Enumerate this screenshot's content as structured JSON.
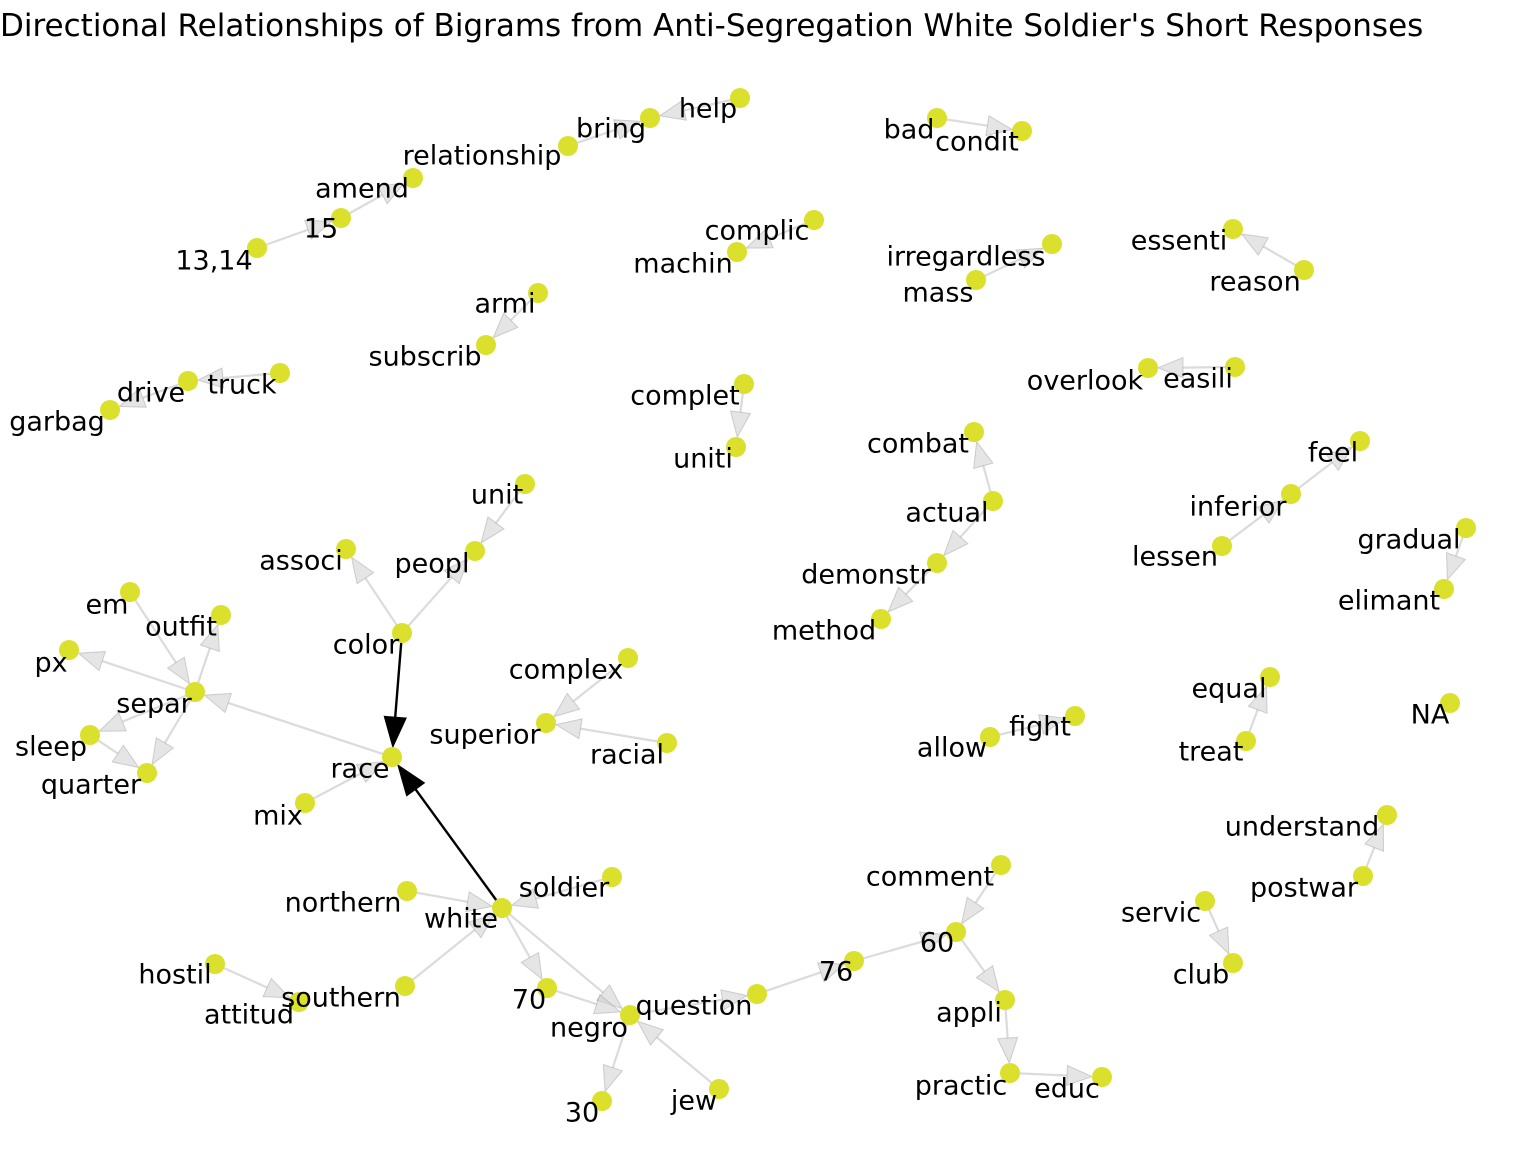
{
  "title": "Directional Relationships of Bigrams from Anti-Segregation White Soldier's Short Responses",
  "colors": {
    "node": "#dbe02c",
    "edge": "#bdbdbd",
    "highlight": "#000000",
    "text": "#000000",
    "background": "#ffffff"
  },
  "nodes": [
    {
      "id": "help",
      "label": "help"
    },
    {
      "id": "bring",
      "label": "bring"
    },
    {
      "id": "relationship",
      "label": "relationship"
    },
    {
      "id": "amend",
      "label": "amend"
    },
    {
      "id": "15",
      "label": "15"
    },
    {
      "id": "13,14",
      "label": "13,14"
    },
    {
      "id": "bad",
      "label": "bad"
    },
    {
      "id": "condit",
      "label": "condit"
    },
    {
      "id": "complic",
      "label": "complic"
    },
    {
      "id": "machin",
      "label": "machin"
    },
    {
      "id": "irregardless",
      "label": "irregardless"
    },
    {
      "id": "mass",
      "label": "mass"
    },
    {
      "id": "essenti",
      "label": "essenti"
    },
    {
      "id": "reason",
      "label": "reason"
    },
    {
      "id": "armi",
      "label": "armi"
    },
    {
      "id": "subscrib",
      "label": "subscrib"
    },
    {
      "id": "truck",
      "label": "truck"
    },
    {
      "id": "drive",
      "label": "drive"
    },
    {
      "id": "garbag",
      "label": "garbag"
    },
    {
      "id": "complet",
      "label": "complet"
    },
    {
      "id": "uniti",
      "label": "uniti"
    },
    {
      "id": "overlook",
      "label": "overlook"
    },
    {
      "id": "easili",
      "label": "easili"
    },
    {
      "id": "combat",
      "label": "combat"
    },
    {
      "id": "actual",
      "label": "actual"
    },
    {
      "id": "demonstr",
      "label": "demonstr"
    },
    {
      "id": "method",
      "label": "method"
    },
    {
      "id": "feel",
      "label": "feel"
    },
    {
      "id": "inferior",
      "label": "inferior"
    },
    {
      "id": "lessen",
      "label": "lessen"
    },
    {
      "id": "gradual",
      "label": "gradual"
    },
    {
      "id": "elimant",
      "label": "elimant"
    },
    {
      "id": "unit",
      "label": "unit"
    },
    {
      "id": "peopl",
      "label": "peopl"
    },
    {
      "id": "associ",
      "label": "associ"
    },
    {
      "id": "color",
      "label": "color"
    },
    {
      "id": "em",
      "label": "em"
    },
    {
      "id": "outfit",
      "label": "outfit"
    },
    {
      "id": "px",
      "label": "px"
    },
    {
      "id": "separ",
      "label": "separ"
    },
    {
      "id": "sleep",
      "label": "sleep"
    },
    {
      "id": "quarter",
      "label": "quarter"
    },
    {
      "id": "complex",
      "label": "complex"
    },
    {
      "id": "superior",
      "label": "superior"
    },
    {
      "id": "racial",
      "label": "racial"
    },
    {
      "id": "race",
      "label": "race"
    },
    {
      "id": "mix",
      "label": "mix"
    },
    {
      "id": "fight",
      "label": "fight"
    },
    {
      "id": "allow",
      "label": "allow"
    },
    {
      "id": "equal",
      "label": "equal"
    },
    {
      "id": "treat",
      "label": "treat"
    },
    {
      "id": "NA",
      "label": "NA"
    },
    {
      "id": "understand",
      "label": "understand"
    },
    {
      "id": "postwar",
      "label": "postwar"
    },
    {
      "id": "servic",
      "label": "servic"
    },
    {
      "id": "club",
      "label": "club"
    },
    {
      "id": "comment",
      "label": "comment"
    },
    {
      "id": "60",
      "label": "60"
    },
    {
      "id": "76",
      "label": "76"
    },
    {
      "id": "appli",
      "label": "appli"
    },
    {
      "id": "practic",
      "label": "practic"
    },
    {
      "id": "educ",
      "label": "educ"
    },
    {
      "id": "soldier",
      "label": "soldier"
    },
    {
      "id": "northern",
      "label": "northern"
    },
    {
      "id": "white",
      "label": "white"
    },
    {
      "id": "hostil",
      "label": "hostil"
    },
    {
      "id": "attitud",
      "label": "attitud"
    },
    {
      "id": "southern",
      "label": "southern"
    },
    {
      "id": "70",
      "label": "70"
    },
    {
      "id": "question",
      "label": "question"
    },
    {
      "id": "negro",
      "label": "negro"
    },
    {
      "id": "30",
      "label": "30"
    },
    {
      "id": "jew",
      "label": "jew"
    }
  ],
  "edges": [
    {
      "source": "13,14",
      "target": "15"
    },
    {
      "source": "15",
      "target": "amend"
    },
    {
      "source": "relationship",
      "target": "bring"
    },
    {
      "source": "help",
      "target": "bring"
    },
    {
      "source": "bad",
      "target": "condit"
    },
    {
      "source": "complic",
      "target": "machin"
    },
    {
      "source": "mass",
      "target": "irregardless"
    },
    {
      "source": "reason",
      "target": "essenti"
    },
    {
      "source": "armi",
      "target": "subscrib"
    },
    {
      "source": "truck",
      "target": "drive"
    },
    {
      "source": "drive",
      "target": "garbag"
    },
    {
      "source": "complet",
      "target": "uniti"
    },
    {
      "source": "easili",
      "target": "overlook"
    },
    {
      "source": "actual",
      "target": "combat"
    },
    {
      "source": "actual",
      "target": "demonstr"
    },
    {
      "source": "demonstr",
      "target": "method"
    },
    {
      "source": "lessen",
      "target": "inferior"
    },
    {
      "source": "inferior",
      "target": "feel"
    },
    {
      "source": "gradual",
      "target": "elimant"
    },
    {
      "source": "unit",
      "target": "peopl"
    },
    {
      "source": "color",
      "target": "peopl"
    },
    {
      "source": "color",
      "target": "associ"
    },
    {
      "source": "color",
      "target": "race",
      "highlight": true
    },
    {
      "source": "white",
      "target": "race",
      "highlight": true
    },
    {
      "source": "mix",
      "target": "race"
    },
    {
      "source": "race",
      "target": "separ"
    },
    {
      "source": "em",
      "target": "separ"
    },
    {
      "source": "separ",
      "target": "outfit"
    },
    {
      "source": "separ",
      "target": "px"
    },
    {
      "source": "separ",
      "target": "sleep"
    },
    {
      "source": "separ",
      "target": "quarter"
    },
    {
      "source": "sleep",
      "target": "quarter"
    },
    {
      "source": "complex",
      "target": "superior"
    },
    {
      "source": "racial",
      "target": "superior"
    },
    {
      "source": "allow",
      "target": "fight"
    },
    {
      "source": "treat",
      "target": "equal"
    },
    {
      "source": "postwar",
      "target": "understand"
    },
    {
      "source": "servic",
      "target": "club"
    },
    {
      "source": "comment",
      "target": "60"
    },
    {
      "source": "76",
      "target": "60"
    },
    {
      "source": "60",
      "target": "appli"
    },
    {
      "source": "appli",
      "target": "practic"
    },
    {
      "source": "practic",
      "target": "educ"
    },
    {
      "source": "question",
      "target": "76"
    },
    {
      "source": "negro",
      "target": "question"
    },
    {
      "source": "white",
      "target": "negro"
    },
    {
      "source": "70",
      "target": "negro"
    },
    {
      "source": "jew",
      "target": "negro"
    },
    {
      "source": "negro",
      "target": "30"
    },
    {
      "source": "white",
      "target": "70"
    },
    {
      "source": "northern",
      "target": "white"
    },
    {
      "source": "southern",
      "target": "white"
    },
    {
      "source": "soldier",
      "target": "white"
    },
    {
      "source": "hostil",
      "target": "attitud"
    }
  ]
}
